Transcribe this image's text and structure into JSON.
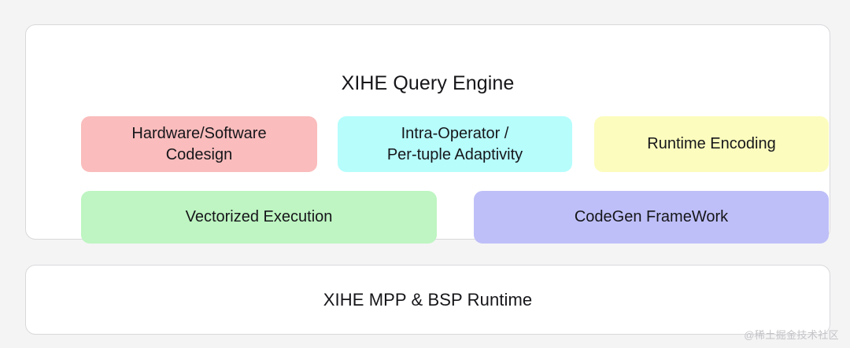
{
  "diagram": {
    "background_color": "#f4f4f5",
    "panels": [
      {
        "id": "engine",
        "title": "XIHE Query Engine",
        "rows": [
          {
            "blocks": [
              {
                "label": "Hardware/Software\nCodesign",
                "color": "#fabcbc"
              },
              {
                "label": "Intra-Operator /\nPer-tuple Adaptivity",
                "color": "#b6fdfc"
              },
              {
                "label": "Runtime Encoding",
                "color": "#fcfcbe"
              }
            ]
          },
          {
            "blocks": [
              {
                "label": "Vectorized Execution",
                "color": "#bef5c2"
              },
              {
                "label": "CodeGen FrameWork",
                "color": "#bebff8"
              }
            ]
          }
        ]
      },
      {
        "id": "runtime",
        "title": "XIHE MPP & BSP Runtime"
      }
    ]
  },
  "watermark": {
    "text": "@稀土掘金技术社区"
  }
}
